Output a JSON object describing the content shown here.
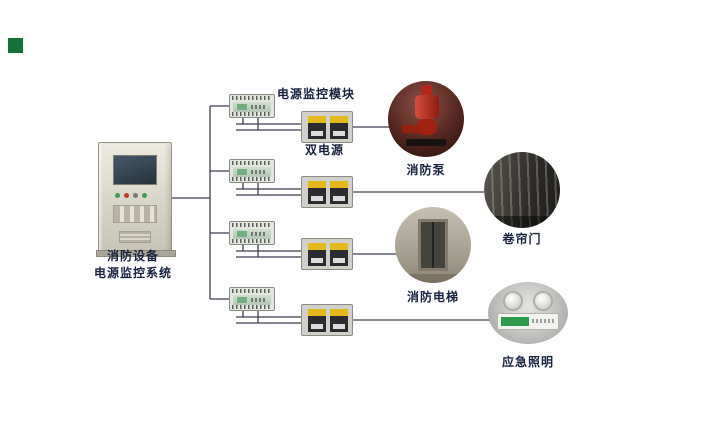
{
  "title": {
    "line1": "消防设备",
    "line2": "电源监控系统"
  },
  "labels": {
    "module": "电源监控模块",
    "dual_power": "双电源"
  },
  "devices": [
    {
      "id": "fire-pump",
      "label": "消防泵"
    },
    {
      "id": "roller-door",
      "label": "卷帘门"
    },
    {
      "id": "fire-elevator",
      "label": "消防电梯"
    },
    {
      "id": "emergency-lighting",
      "label": "应急照明"
    }
  ],
  "colors": {
    "accent_green": "#15713a",
    "wire": "#3c4250",
    "label_text": "#18223f",
    "ats_yellow": "#e5b91d",
    "pump_red": "#b5271a"
  }
}
